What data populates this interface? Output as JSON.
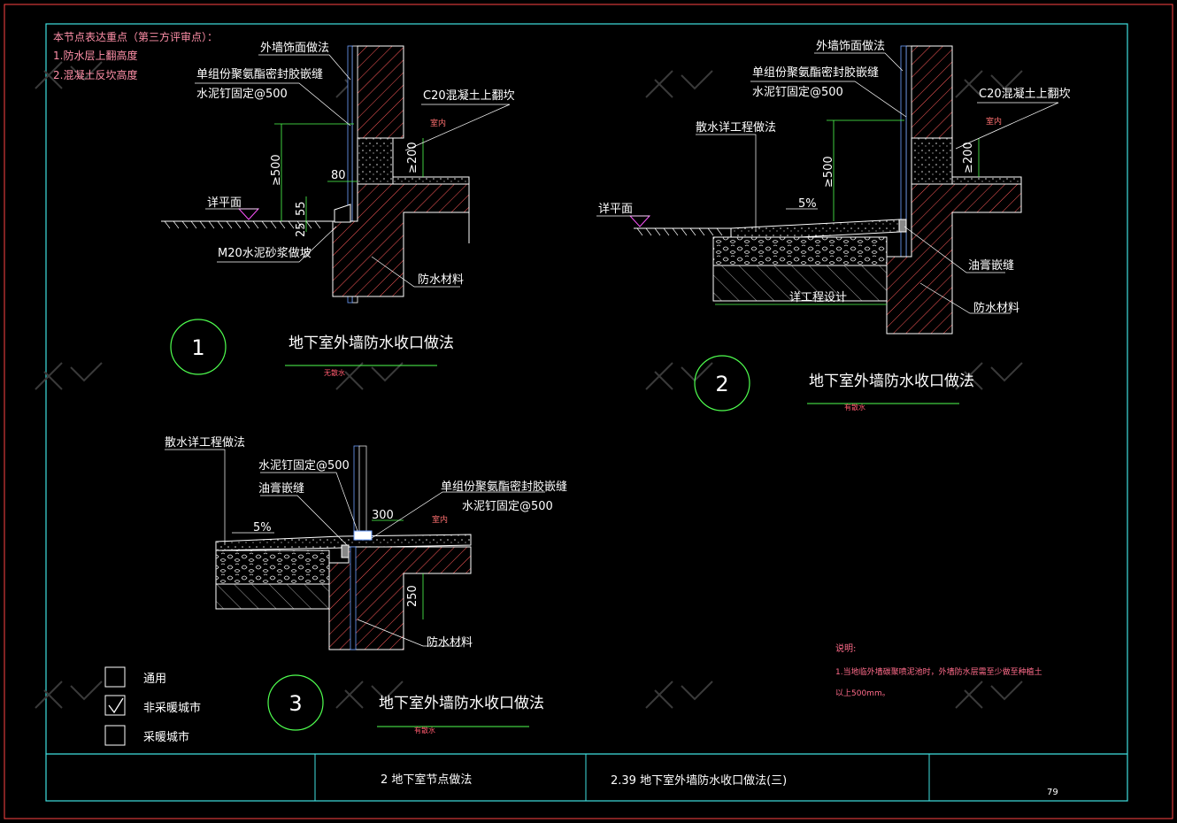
{
  "sheet": {
    "key_points_title": "本节点表达重点（第三方评审点）：",
    "key_points": [
      "1.防水层上翻高度",
      "2.混凝土反坎高度"
    ],
    "page_number": "79"
  },
  "title_block": {
    "section": "2  地下室节点做法",
    "drawing": "2.39  地下室外墙防水收口做法(三)"
  },
  "legend": {
    "items": [
      {
        "label": "通用",
        "checked": false
      },
      {
        "label": "非采暖城市",
        "checked": true
      },
      {
        "label": "采暖城市",
        "checked": false
      }
    ]
  },
  "notes": {
    "title": "说明:",
    "lines": [
      "1.当地临外墙碳聚喷泥池时，外墙防水层需至少做至种植土",
      "以上500mm。"
    ]
  },
  "details": [
    {
      "number": "1",
      "title": "地下室外墙防水收口做法",
      "subtitle": "无散水",
      "labels": {
        "finish": "外墙饰面做法",
        "sealant": "单组份聚氨酯密封胶嵌缝",
        "nail": "水泥钉固定@500",
        "curb": "C20混凝土上翻坎",
        "indoor": "室内",
        "grade": "详平面",
        "mortar": "M20水泥砂浆做坡",
        "membrane": "防水材料"
      },
      "dims": {
        "height": "≥500",
        "curb": "≥200",
        "d80": "80",
        "d55": "55",
        "d25": "25"
      }
    },
    {
      "number": "2",
      "title": "地下室外墙防水收口做法",
      "subtitle": "有散水",
      "labels": {
        "finish": "外墙饰面做法",
        "sealant": "单组份聚氨酯密封胶嵌缝",
        "nail": "水泥钉固定@500",
        "curb": "C20混凝土上翻坎",
        "indoor": "室内",
        "apron": "散水详工程做法",
        "grade": "详平面",
        "slope": "5%",
        "asphalt": "油膏嵌缝",
        "membrane": "防水材料",
        "design": "详工程设计"
      },
      "dims": {
        "height": "≥500",
        "curb": "≥200"
      }
    },
    {
      "number": "3",
      "title": "地下室外墙防水收口做法",
      "subtitle": "有散水",
      "labels": {
        "apron": "散水详工程做法",
        "nail_top": "水泥钉固定@500",
        "asphalt": "油膏嵌缝",
        "sealant": "单组份聚氨酯密封胶嵌缝",
        "nail": "水泥钉固定@500",
        "indoor": "室内",
        "slope": "5%",
        "membrane": "防水材料"
      },
      "dims": {
        "d300": "300",
        "d250": "250"
      }
    }
  ]
}
